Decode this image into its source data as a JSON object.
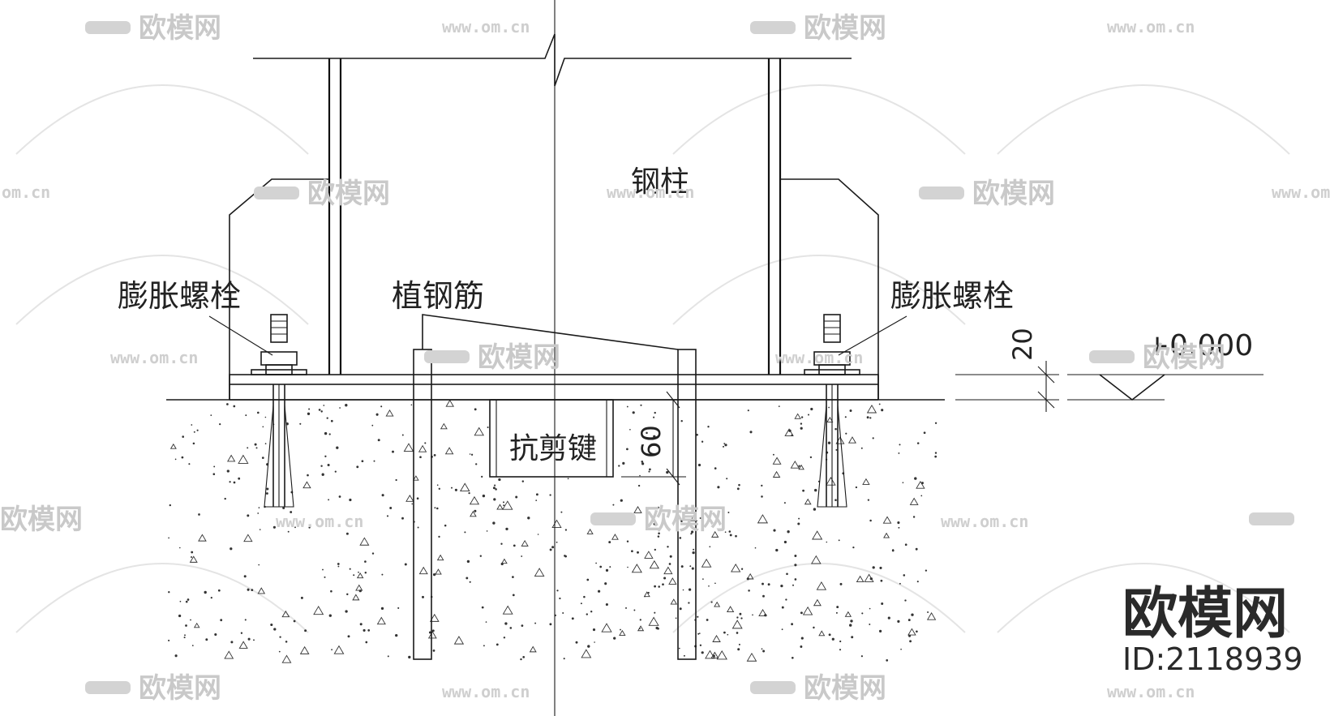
{
  "labels": {
    "steel_column": "钢柱",
    "expansion_bolt_left": "膨胀螺栓",
    "expansion_bolt_right": "膨胀螺栓",
    "planted_rebar": "植钢筋",
    "shear_key": "抗剪键",
    "dim_grout_gap": "20",
    "dim_shear_key_depth": "60",
    "elevation": "+0.000"
  },
  "watermark": {
    "brand": "欧模网",
    "url": "www.om.cn",
    "url_short": "om.cn"
  },
  "brand_logo": {
    "name": "欧模网",
    "id_text": "ID:2118939"
  },
  "colors": {
    "line": "#1a1a1a",
    "watermark": "#c9c9c9",
    "background": "#ffffff"
  }
}
